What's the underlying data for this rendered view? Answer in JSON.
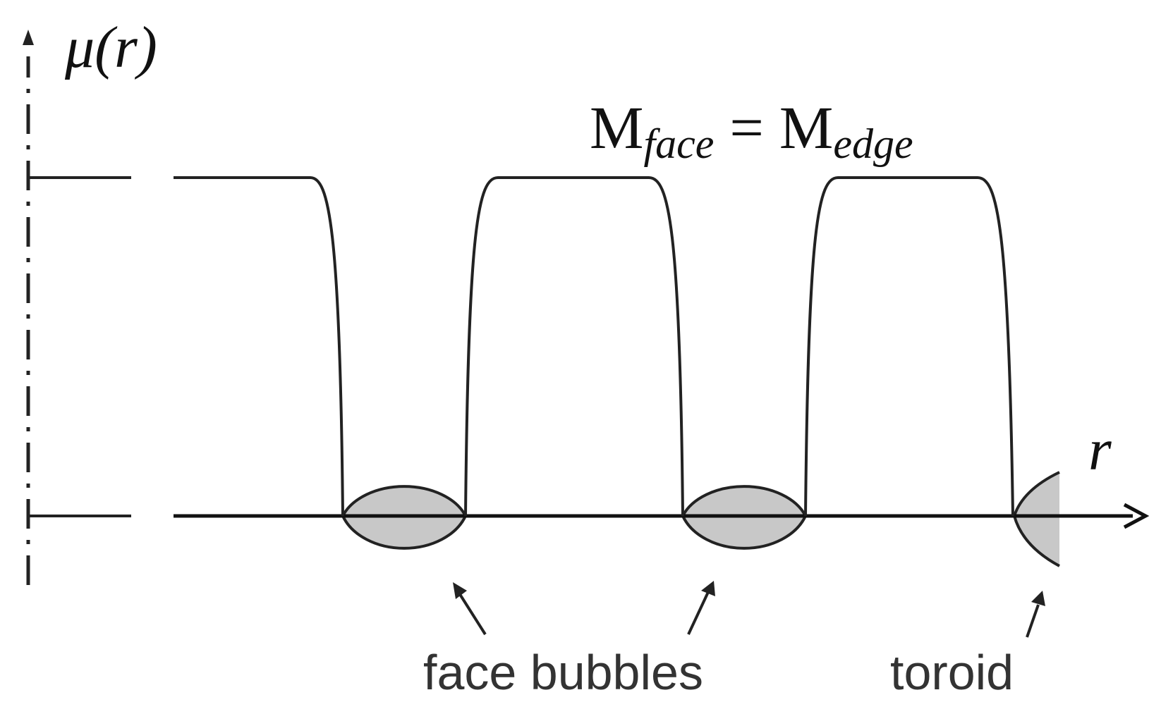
{
  "y_axis_label": "μ(r)",
  "x_axis_label": "r",
  "equation": {
    "lhs_symbol": "M",
    "lhs_subscript": "face",
    "operator": "=",
    "rhs_symbol": "M",
    "rhs_subscript": "edge"
  },
  "annotations": {
    "face_bubbles": "face bubbles",
    "toroid": "toroid"
  },
  "colors": {
    "stroke": "#222222",
    "bubble_fill": "#c8c8c8",
    "label_text": "#333333",
    "background": "#ffffff"
  }
}
